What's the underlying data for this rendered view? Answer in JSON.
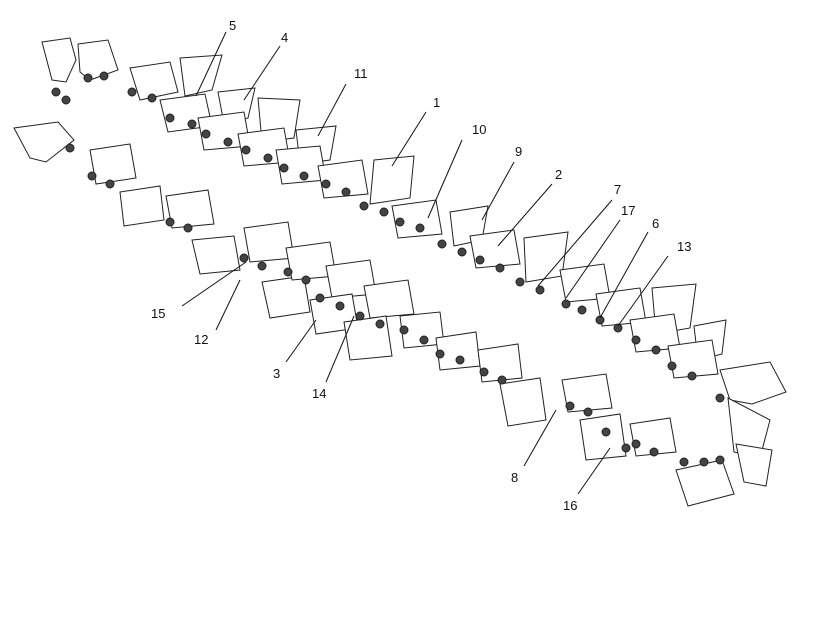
{
  "diagram": {
    "callouts": [
      {
        "id": "c5",
        "label": "5"
      },
      {
        "id": "c4",
        "label": "4"
      },
      {
        "id": "c11",
        "label": "11"
      },
      {
        "id": "c1",
        "label": "1"
      },
      {
        "id": "c10",
        "label": "10"
      },
      {
        "id": "c9",
        "label": "9"
      },
      {
        "id": "c2",
        "label": "2"
      },
      {
        "id": "c7",
        "label": "7"
      },
      {
        "id": "c17",
        "label": "17"
      },
      {
        "id": "c6",
        "label": "6"
      },
      {
        "id": "c13",
        "label": "13"
      },
      {
        "id": "c15",
        "label": "15"
      },
      {
        "id": "c12",
        "label": "12"
      },
      {
        "id": "c3",
        "label": "3"
      },
      {
        "id": "c14",
        "label": "14"
      },
      {
        "id": "c8",
        "label": "8"
      },
      {
        "id": "c16",
        "label": "16"
      }
    ]
  }
}
